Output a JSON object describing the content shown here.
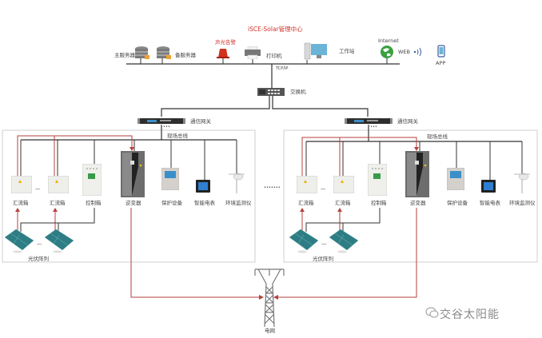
{
  "title": "iSCE-Solar管理中心",
  "network_label": "TCP/IP",
  "top_devices": {
    "main_server": "主服务器",
    "backup_server": "备服务器",
    "alarm": "声光告警",
    "printer": "打印机",
    "workstation": "工作站",
    "internet": "Internet",
    "web": "WEB",
    "app": "APP"
  },
  "switch_label": "交换机",
  "gateway_label": "通信网关",
  "dots": "•••",
  "middle_dots": "•••••••",
  "sites": [
    {
      "fieldbus": "现场总线",
      "combiner1": "汇流箱",
      "combiner2": "汇流箱",
      "control_box": "控制箱",
      "inverter": "逆变器",
      "protection": "保护设备",
      "smart_meter": "智能电表",
      "env_monitor": "环境监测仪",
      "pv_array": "光伏阵列",
      "dash": "—"
    },
    {
      "fieldbus": "现场总线",
      "combiner1": "汇流箱",
      "combiner2": "汇流箱",
      "control_box": "控制箱",
      "inverter": "逆变器",
      "protection": "保护设备",
      "smart_meter": "智能电表",
      "env_monitor": "环境监测仪",
      "pv_array": "光伏阵列",
      "dash": "—"
    }
  ],
  "grid_label": "电网",
  "watermark": "交谷太阳能",
  "colors": {
    "power_line": "#b5413c",
    "data_line": "#333333",
    "title_red": "#d0332b",
    "box_border": "#cfcfcf"
  }
}
